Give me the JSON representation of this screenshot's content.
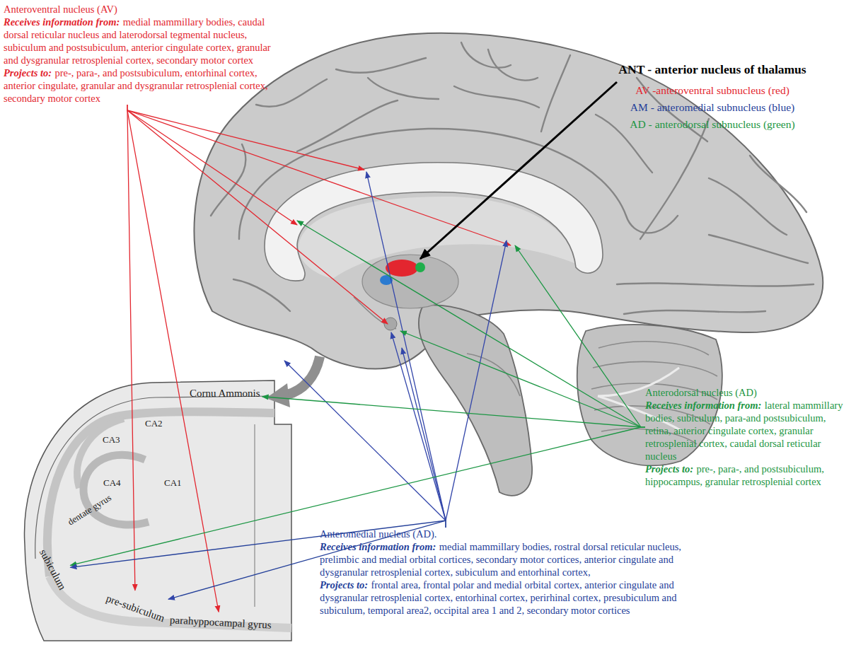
{
  "diagram": {
    "nodes": [
      {
        "text": [
          "Anteroventral nucleus (AV)",
          "Receives information from:",
          "medial mammillary bodies, caudal dorsal reticular nucleus and laterodorsal tegmental nucleus, subiculum and postsubiculum, anterior cingulate cortex, granular and dysgranular retrosplenial cortex, secondary motor cortex",
          "Projects to:",
          "pre-, para-, and postsubiculum, entorhinal cortex, anterior cingulate, granular and dysgranular retrosplenial cortex, secondary motor cortex"
        ]
      },
      {
        "text": [
          "Anterodorsal nucleus (AD)",
          "Receives information from:",
          "lateral mammillary bodies, subiculum, para-and postsubiculum, retina, anterior cingulate cortex, granular retrosplenial cortex, caudal dorsal reticular nucleus",
          "Projects to:",
          "pre-, para-, and postsubiculum, hippocampus, granular retrosplenial cortex"
        ]
      },
      {
        "text": [
          "Anteromedial nucleus (AD).",
          "Receives information from:",
          "medial mammillary bodies, rostral dorsal reticular nucleus, prelimbic and medial orbital cortices, secondary motor cortices, anterior cingulate and dysgranular retrosplenial cortex, subiculum and entorhinal cortex,",
          "Projects to:",
          "frontal area, frontal polar and medial orbital cortex, anterior cingulate and dysgranular retrosplenial cortex, entorhinal cortex, perirhinal cortex, presubiculum and subiculum, temporal area2, occipital area 1 and 2, secondary motor cortices"
        ]
      },
      {
        "text": [
          "Cornu Ammonis"
        ]
      },
      {
        "text": [
          "subiculum"
        ]
      },
      {
        "text": [
          "pre-subiculum"
        ]
      },
      {
        "text": [
          "parahyppocampal gyrus"
        ]
      }
    ],
    "edges": [
      {
        "from": 0,
        "to": 5,
        "arrow": "to"
      },
      {
        "from": 0,
        "to": 6,
        "arrow": "to"
      },
      {
        "from": 1,
        "to": 3,
        "arrow": "to"
      },
      {
        "from": 1,
        "to": 4,
        "arrow": "to"
      },
      {
        "from": 2,
        "to": 4,
        "arrow": "to"
      },
      {
        "from": 2,
        "to": 5,
        "arrow": "to"
      }
    ],
    "labels": [
      "ANT - anterior nucleus of thalamus",
      "CA2",
      "CA3",
      "CA4",
      "CA1",
      "dentate gyrus"
    ],
    "legend": [
      {
        "text": "AV -anteroventral subnucleus (red)",
        "color": "#e3262f"
      },
      {
        "text": "AM - anteromedial subnucleus (blue)",
        "color": "#24409a"
      },
      {
        "text": "AD - anterodorsal subnucleus (green)",
        "color": "#1b9643"
      }
    ]
  }
}
